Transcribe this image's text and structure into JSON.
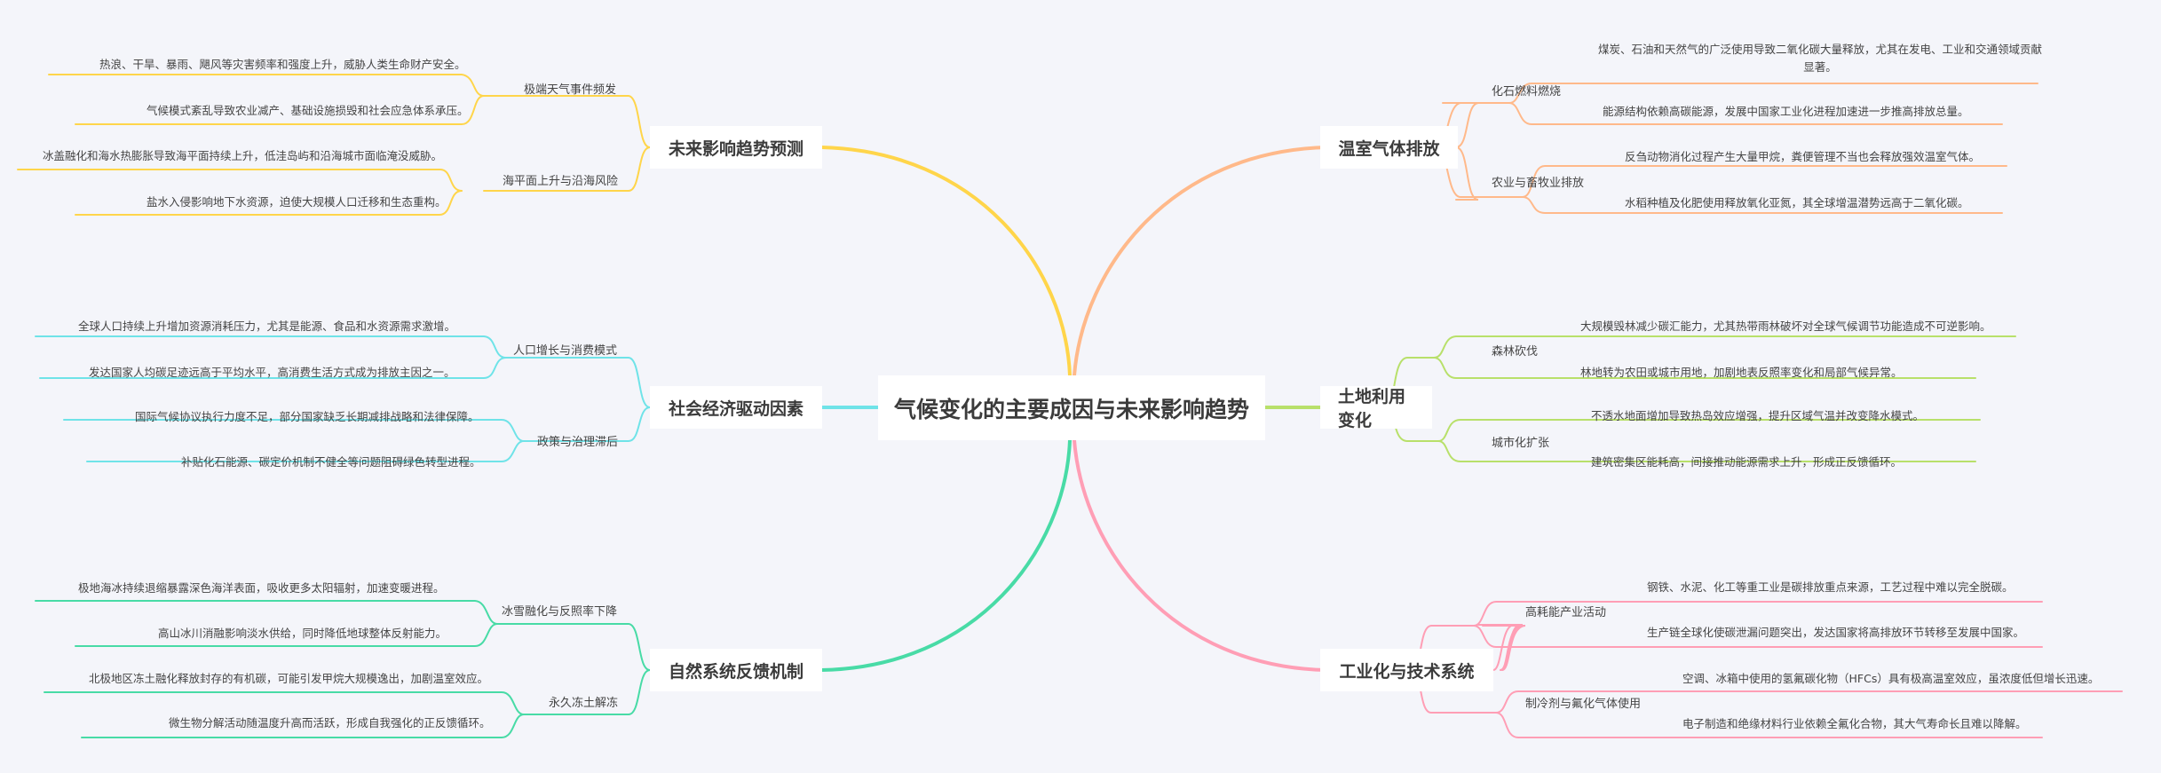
{
  "root": {
    "label": "气候变化的主要成因与未来影响趋势"
  },
  "colors": {
    "background": "#f4f5fa",
    "future": "#ffd54a",
    "greenhouse": "#ffb98a",
    "social": "#6fe3e8",
    "land": "#b8e06a",
    "nature": "#48dba6",
    "industry": "#ff9eb5"
  },
  "branches": {
    "future": {
      "label": "未来影响趋势预测",
      "subs": [
        {
          "label": "极端天气事件频发",
          "leaves": [
            "热浪、干旱、暴雨、飓风等灾害频率和强度上升，威胁人类生命财产安全。",
            "气候模式紊乱导致农业减产、基础设施损毁和社会应急体系承压。"
          ]
        },
        {
          "label": "海平面上升与沿海风险",
          "leaves": [
            "冰盖融化和海水热膨胀导致海平面持续上升，低洼岛屿和沿海城市面临淹没威胁。",
            "盐水入侵影响地下水资源，迫使大规模人口迁移和生态重构。"
          ]
        }
      ]
    },
    "greenhouse": {
      "label": "温室气体排放",
      "subs": [
        {
          "label": "化石燃料燃烧",
          "leaves": [
            "煤炭、石油和天然气的广泛使用导致二氧化碳大量释放，尤其在发电、工业和交通领域贡献显著。",
            "能源结构依赖高碳能源，发展中国家工业化进程加速进一步推高排放总量。"
          ]
        },
        {
          "label": "农业与畜牧业排放",
          "leaves": [
            "反刍动物消化过程产生大量甲烷，粪便管理不当也会释放强效温室气体。",
            "水稻种植及化肥使用释放氧化亚氮，其全球增温潜势远高于二氧化碳。"
          ]
        }
      ]
    },
    "social": {
      "label": "社会经济驱动因素",
      "subs": [
        {
          "label": "人口增长与消费模式",
          "leaves": [
            "全球人口持续上升增加资源消耗压力，尤其是能源、食品和水资源需求激增。",
            "发达国家人均碳足迹远高于平均水平，高消费生活方式成为排放主因之一。"
          ]
        },
        {
          "label": "政策与治理滞后",
          "leaves": [
            "国际气候协议执行力度不足，部分国家缺乏长期减排战略和法律保障。",
            "补贴化石能源、碳定价机制不健全等问题阻碍绿色转型进程。"
          ]
        }
      ]
    },
    "land": {
      "label": "土地利用变化",
      "subs": [
        {
          "label": "森林砍伐",
          "leaves": [
            "大规模毁林减少碳汇能力，尤其热带雨林破坏对全球气候调节功能造成不可逆影响。",
            "林地转为农田或城市用地，加剧地表反照率变化和局部气候异常。"
          ]
        },
        {
          "label": "城市化扩张",
          "leaves": [
            "不透水地面增加导致热岛效应增强，提升区域气温并改变降水模式。",
            "建筑密集区能耗高，间接推动能源需求上升，形成正反馈循环。"
          ]
        }
      ]
    },
    "nature": {
      "label": "自然系统反馈机制",
      "subs": [
        {
          "label": "冰雪融化与反照率下降",
          "leaves": [
            "极地海冰持续退缩暴露深色海洋表面，吸收更多太阳辐射，加速变暖进程。",
            "高山冰川消融影响淡水供给，同时降低地球整体反射能力。"
          ]
        },
        {
          "label": "永久冻土解冻",
          "leaves": [
            "北极地区冻土融化释放封存的有机碳，可能引发甲烷大规模逸出，加剧温室效应。",
            "微生物分解活动随温度升高而活跃，形成自我强化的正反馈循环。"
          ]
        }
      ]
    },
    "industry": {
      "label": "工业化与技术系统",
      "subs": [
        {
          "label": "高耗能产业活动",
          "leaves": [
            "钢铁、水泥、化工等重工业是碳排放重点来源，工艺过程中难以完全脱碳。",
            "生产链全球化使碳泄漏问题突出，发达国家将高排放环节转移至发展中国家。"
          ]
        },
        {
          "label": "制冷剂与氟化气体使用",
          "leaves": [
            "空调、冰箱中使用的氢氟碳化物（HFCs）具有极高温室效应，虽浓度低但增长迅速。",
            "电子制造和绝缘材料行业依赖全氟化合物，其大气寿命长且难以降解。"
          ]
        }
      ]
    }
  }
}
